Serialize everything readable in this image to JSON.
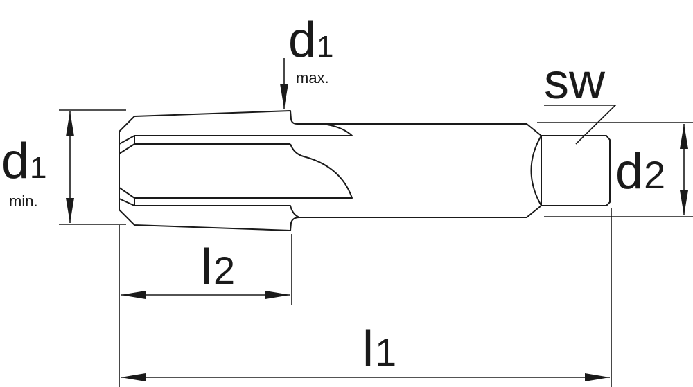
{
  "labels": {
    "d1_max": {
      "main": "d",
      "sub": "1",
      "note": "max."
    },
    "d1_min": {
      "main": "d",
      "sub": "1",
      "note": "min."
    },
    "d2": {
      "main": "d",
      "sub": "2"
    },
    "sw": "sw",
    "l1": {
      "main": "l",
      "sub": "1"
    },
    "l2": {
      "main": "l",
      "sub": "2"
    }
  },
  "colors": {
    "line": "#1a1a1a",
    "background": "#ffffff"
  }
}
